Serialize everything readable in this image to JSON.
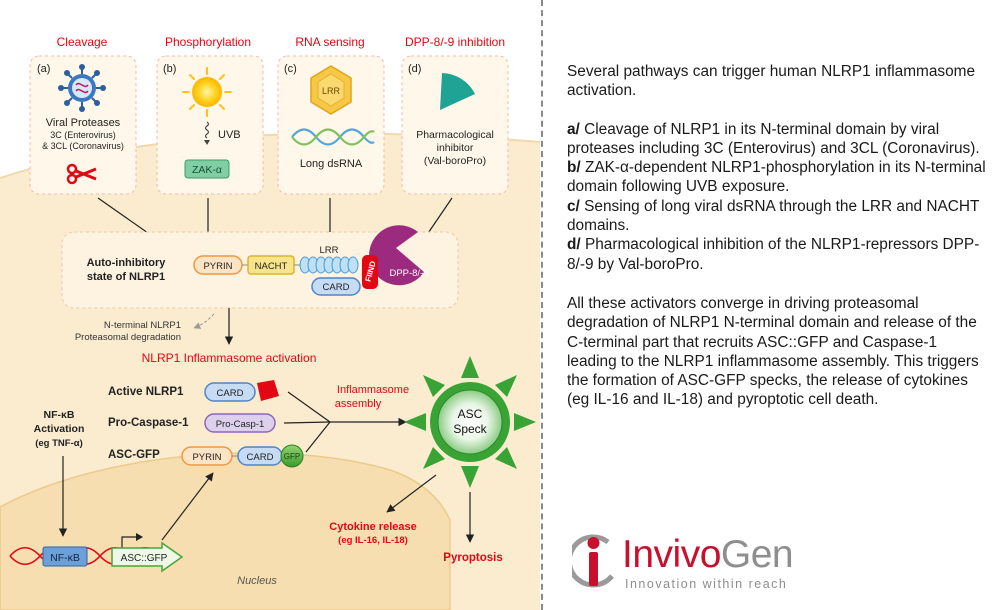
{
  "diagram": {
    "categories": [
      "Cleavage",
      "Phosphorylation",
      "RNA sensing",
      "DPP-8/-9 inhibition"
    ],
    "panel_letters": [
      "(a)",
      "(b)",
      "(c)",
      "(d)"
    ],
    "panel_a": {
      "line1": "Viral Proteases",
      "line2": "3C (Enterovirus)",
      "line3": "& 3CL (Coronavirus)"
    },
    "panel_b": {
      "uvb": "UVB",
      "zak": "ZAK-α"
    },
    "panel_c": {
      "lrr": "LRR",
      "label": "Long dsRNA"
    },
    "panel_d": {
      "line1": "Pharmacological",
      "line2": "inhibitor",
      "line3": "(Val-boroPro)"
    },
    "autoinhibitory": {
      "line1": "Auto-inhibitory",
      "line2": "state of NLRP1"
    },
    "domains": {
      "pyrin": "PYRIN",
      "nacht": "NACHT",
      "lrr": "LRR",
      "card": "CARD",
      "find": "FIIND",
      "dpp": "DPP-8/-9"
    },
    "degradation": {
      "line1": "N-terminal NLRP1",
      "line2": "Proteasomal degradation"
    },
    "activation_title": "NLRP1 Inflammasome activation",
    "rows": {
      "active_nlrp1": "Active NLRP1",
      "pro_caspase": "Pro-Caspase-1",
      "asc_gfp": "ASC-GFP"
    },
    "pro_casp_label": "Pro-Casp-1",
    "gfp": "GFP",
    "assembly": {
      "line1": "Inflammasome",
      "line2": "assembly"
    },
    "speck": {
      "line1": "ASC",
      "line2": "Speck"
    },
    "nfkb_activation": {
      "line1": "NF-κB",
      "line2": "Activation",
      "line3": "(eg TNF-α)"
    },
    "nfkb_box": "NF-κB",
    "asc_gfp_gene": "ASC::GFP",
    "nucleus": "Nucleus",
    "cytokine": {
      "line1": "Cytokine release",
      "line2": "(eg IL-16, IL-18)"
    },
    "pyroptosis": "Pyroptosis"
  },
  "text_panel": {
    "intro": "Several pathways can trigger human NLRP1 inflammasome activation.",
    "items": [
      {
        "prefix": "a/",
        "text": "Cleavage of NLRP1 in its N-terminal domain by viral proteases including 3C (Enterovirus) and 3CL (Coronavirus)."
      },
      {
        "prefix": "b/",
        "text": "ZAK-α-dependent NLRP1-phosphorylation in its N-terminal domain following UVB exposure."
      },
      {
        "prefix": "c/",
        "text": "Sensing of long viral dsRNA through the LRR and NACHT domains."
      },
      {
        "prefix": "d/",
        "text": "Pharmacological inhibition of the NLRP1-repressors DPP-8/-9 by Val-boroPro."
      }
    ],
    "summary": "All these activators converge in driving proteasomal degradation of NLRP1 N-terminal domain and release of the C-terminal part that recruits ASC::GFP and Caspase-1 leading to the NLRP1 inflammasome assembly. This triggers the formation of ASC-GFP specks, the release of cytokines (eg IL-16 and IL-18) and pyroptotic cell death."
  },
  "logo": {
    "name_invivo": "Invivo",
    "name_gen": "Gen",
    "tagline": "Innovation within reach"
  },
  "colors": {
    "accent_red": "#e30613",
    "cell_fill": "#fbeccf",
    "speck_green": "#3aa335",
    "card_blue": "#4f86c6",
    "pyrin_orange": "#f3a75b"
  }
}
